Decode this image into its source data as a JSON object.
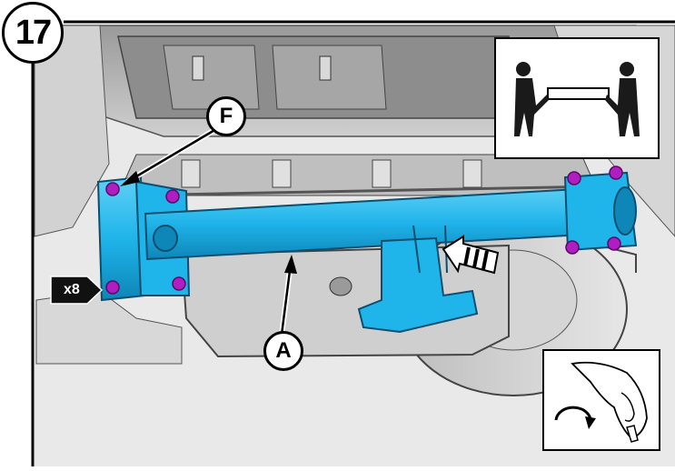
{
  "step": {
    "number": "17"
  },
  "callouts": {
    "f": "F",
    "a": "A"
  },
  "quantity": {
    "label": "x8"
  },
  "colors": {
    "part": "#1fb4ea",
    "part_dark": "#0e86b8",
    "bolt": "#b01ec2",
    "line": "#000000"
  },
  "icons": {
    "two_person": "two-person-lift-icon",
    "hand_rotate": "hand-rotate-icon",
    "arrow": "direction-arrow-icon"
  }
}
